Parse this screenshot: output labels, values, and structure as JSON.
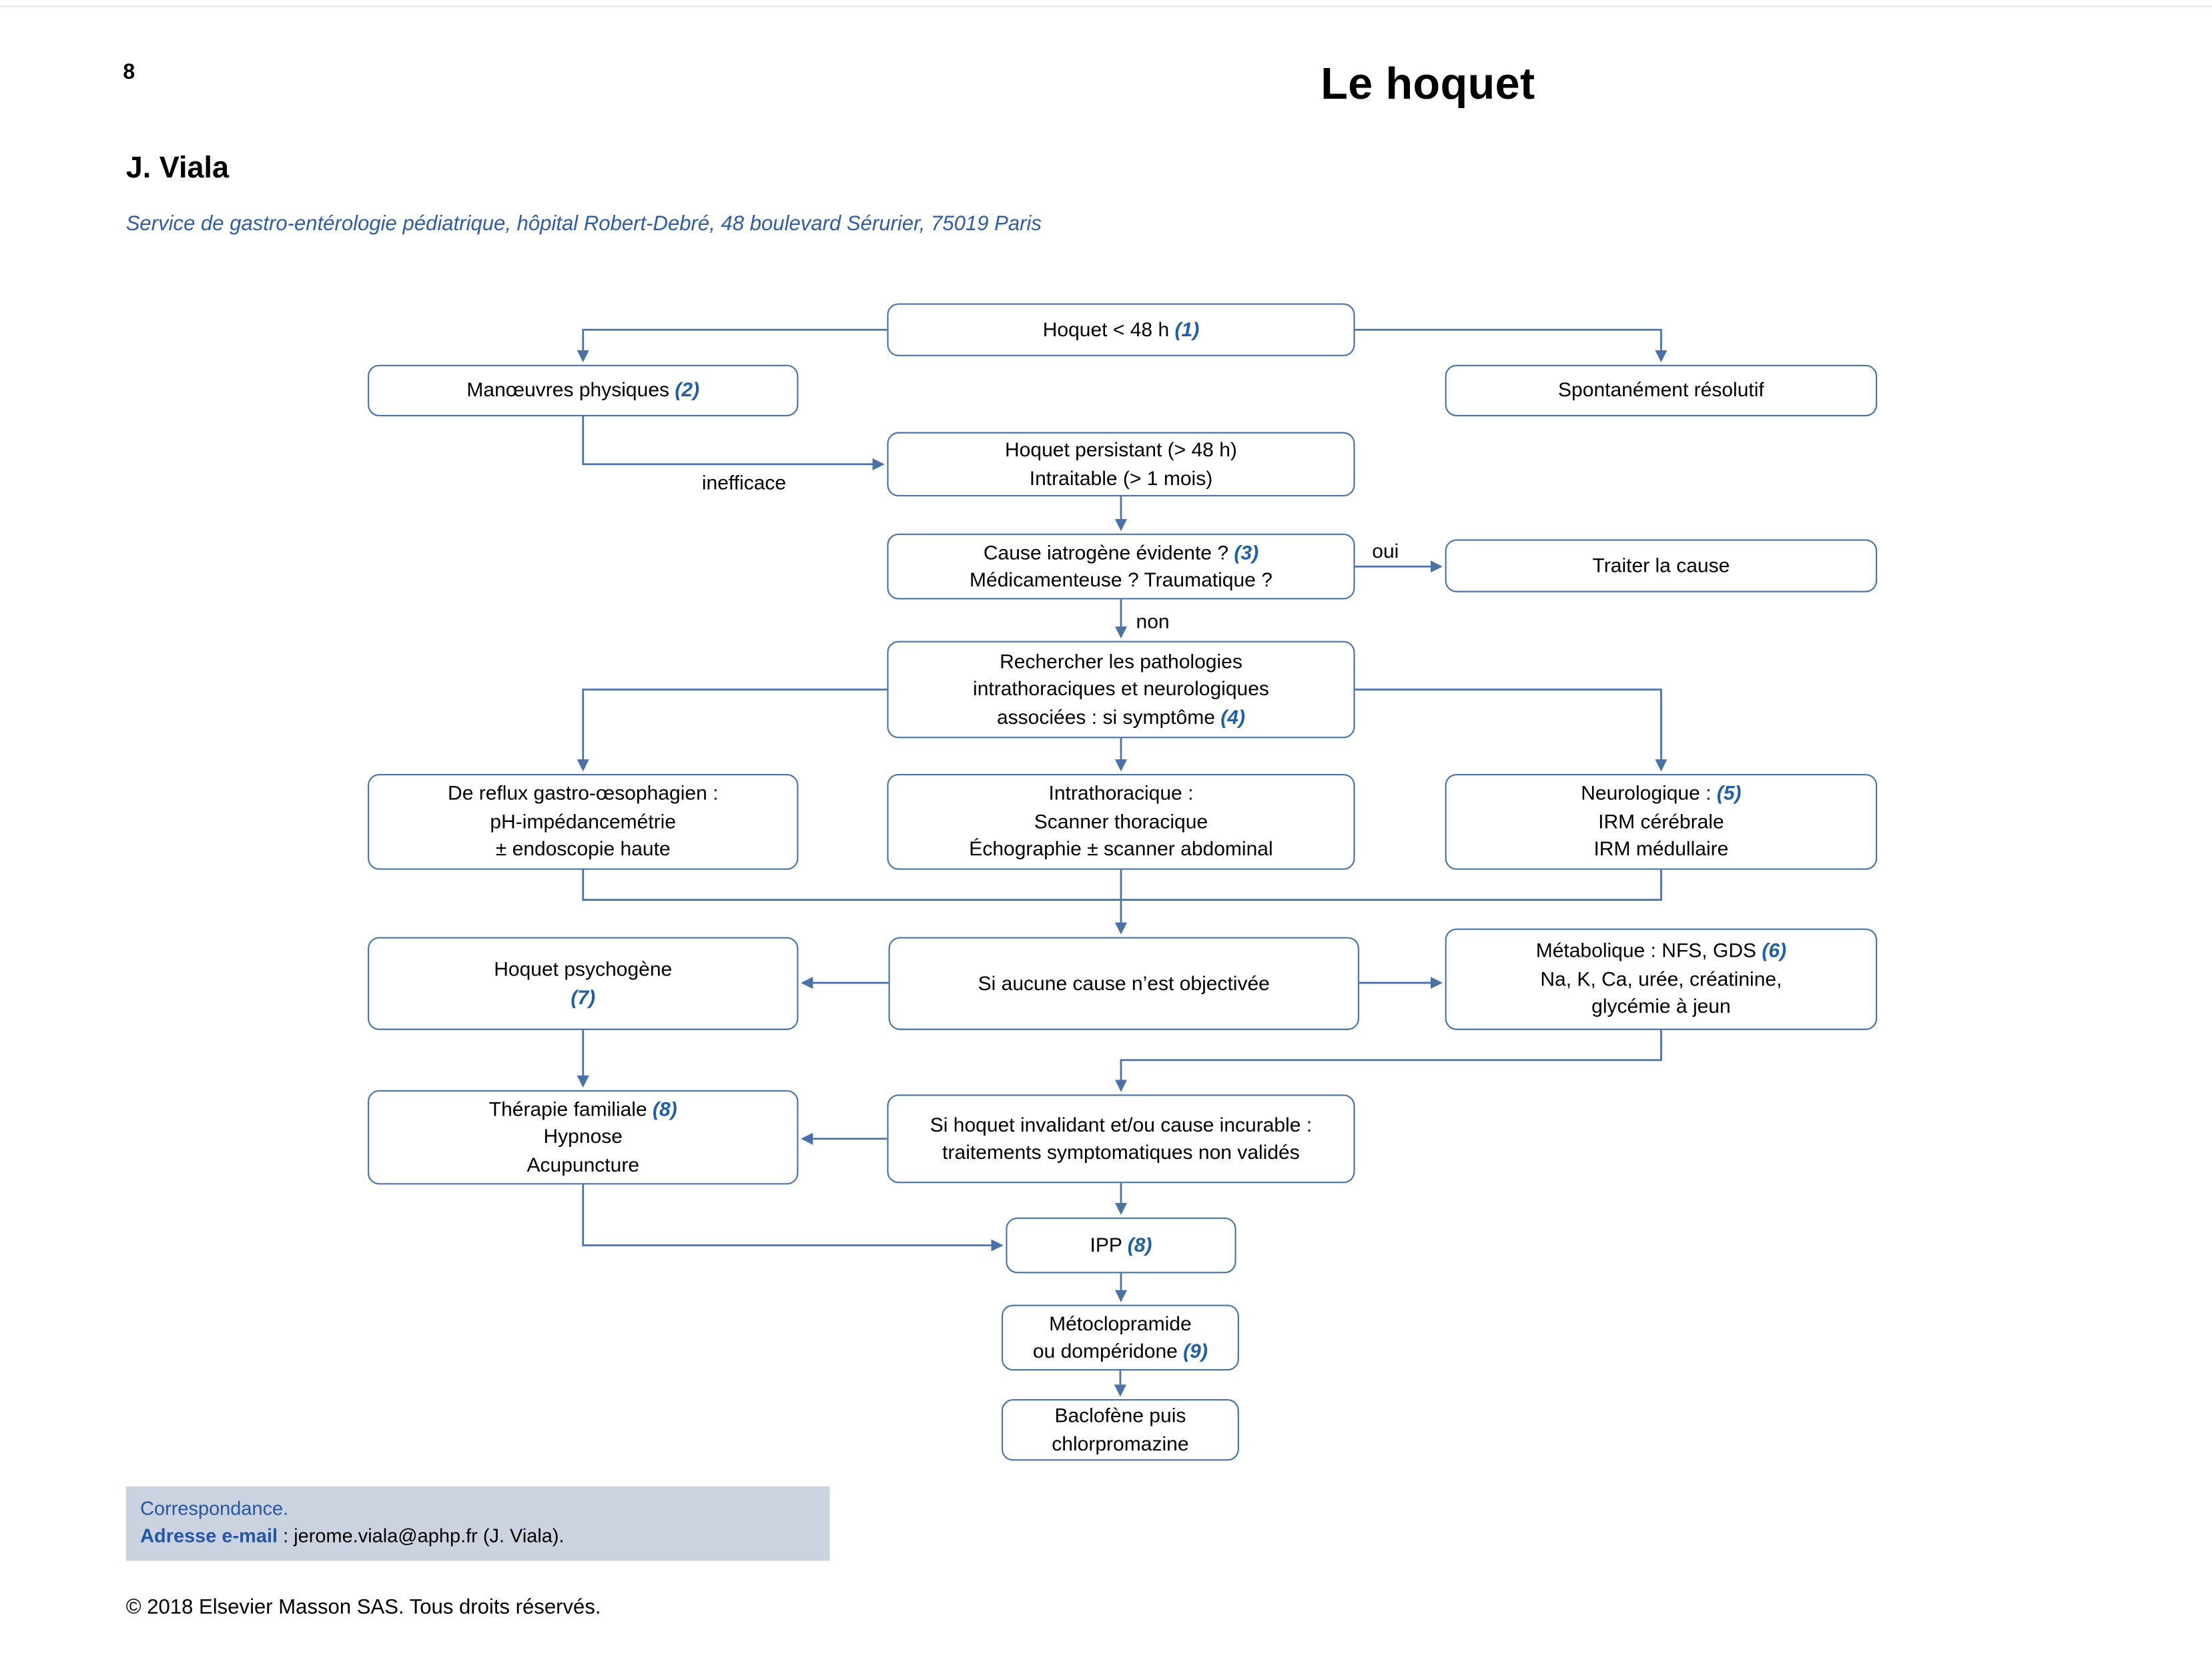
{
  "page": {
    "number": "8",
    "title": "Le hoquet",
    "author": "J. Viala",
    "affiliation": "Service de gastro-entérologie pédiatrique, hôpital Robert-Debré, 48 boulevard Sérurier, 75019 Paris",
    "copyright": "© 2018 Elsevier Masson SAS. Tous droits réservés."
  },
  "colors": {
    "accent_blue": "#4a72a8",
    "ref_blue": "#1f5fa8",
    "affiliation_blue": "#2e5ca8",
    "correspondence_bg": "#cbd2e0"
  },
  "labels": {
    "inefficace": "inefficace",
    "oui": "oui",
    "non": "non"
  },
  "boxes": {
    "b1": {
      "t1": "Hoquet < 48 h ",
      "r1": "(1)"
    },
    "b2": {
      "t1": "Manœuvres physiques ",
      "r1": "(2)"
    },
    "b3": {
      "t1": "Spontanément résolutif"
    },
    "b4": {
      "t1": "Hoquet persistant (> 48 h)",
      "t2": "Intraitable (> 1 mois)"
    },
    "b5": {
      "t1": "Cause iatrogène évidente ? ",
      "r1": "(3)",
      "t2": "Médicamenteuse ? Traumatique ?"
    },
    "b6": {
      "t1": "Traiter la cause"
    },
    "b7": {
      "t1": "Rechercher les pathologies",
      "t2": "intrathoraciques et neurologiques",
      "t3": "associées : si symptôme ",
      "r3": "(4)"
    },
    "b8": {
      "t1": "De reflux gastro-œsophagien :",
      "t2": "pH-impédancemétrie",
      "t3": "± endoscopie haute"
    },
    "b9": {
      "t1": "Intrathoracique :",
      "t2": "Scanner thoracique",
      "t3": "Échographie ± scanner abdominal"
    },
    "b10": {
      "t1": "Neurologique : ",
      "r1": "(5)",
      "t2": "IRM cérébrale",
      "t3": "IRM médullaire"
    },
    "b11": {
      "t1": "Hoquet psychogène",
      "r2": "(7)"
    },
    "b12": {
      "t1": "Si aucune cause n’est objectivée"
    },
    "b13": {
      "t1": "Métabolique : NFS, GDS ",
      "r1": "(6)",
      "t2": "Na, K, Ca, urée, créatinine,",
      "t3": "glycémie à jeun"
    },
    "b14": {
      "t1": "Thérapie familiale ",
      "r1": "(8)",
      "t2": "Hypnose",
      "t3": "Acupuncture"
    },
    "b15": {
      "t1": "Si hoquet invalidant et/ou cause incurable :",
      "t2": "traitements symptomatiques non validés"
    },
    "b16": {
      "t1": "IPP ",
      "r1": "(8)"
    },
    "b17": {
      "t1": "Métoclopramide",
      "t2": "ou dompéridone ",
      "r2": "(9)"
    },
    "b18": {
      "t1": "Baclofène puis",
      "t2": "chlorpromazine"
    }
  },
  "correspondence": {
    "line1": "Correspondance.",
    "label": "Adresse e-mail",
    "value": " : jerome.viala@aphp.fr (J. Viala)."
  }
}
